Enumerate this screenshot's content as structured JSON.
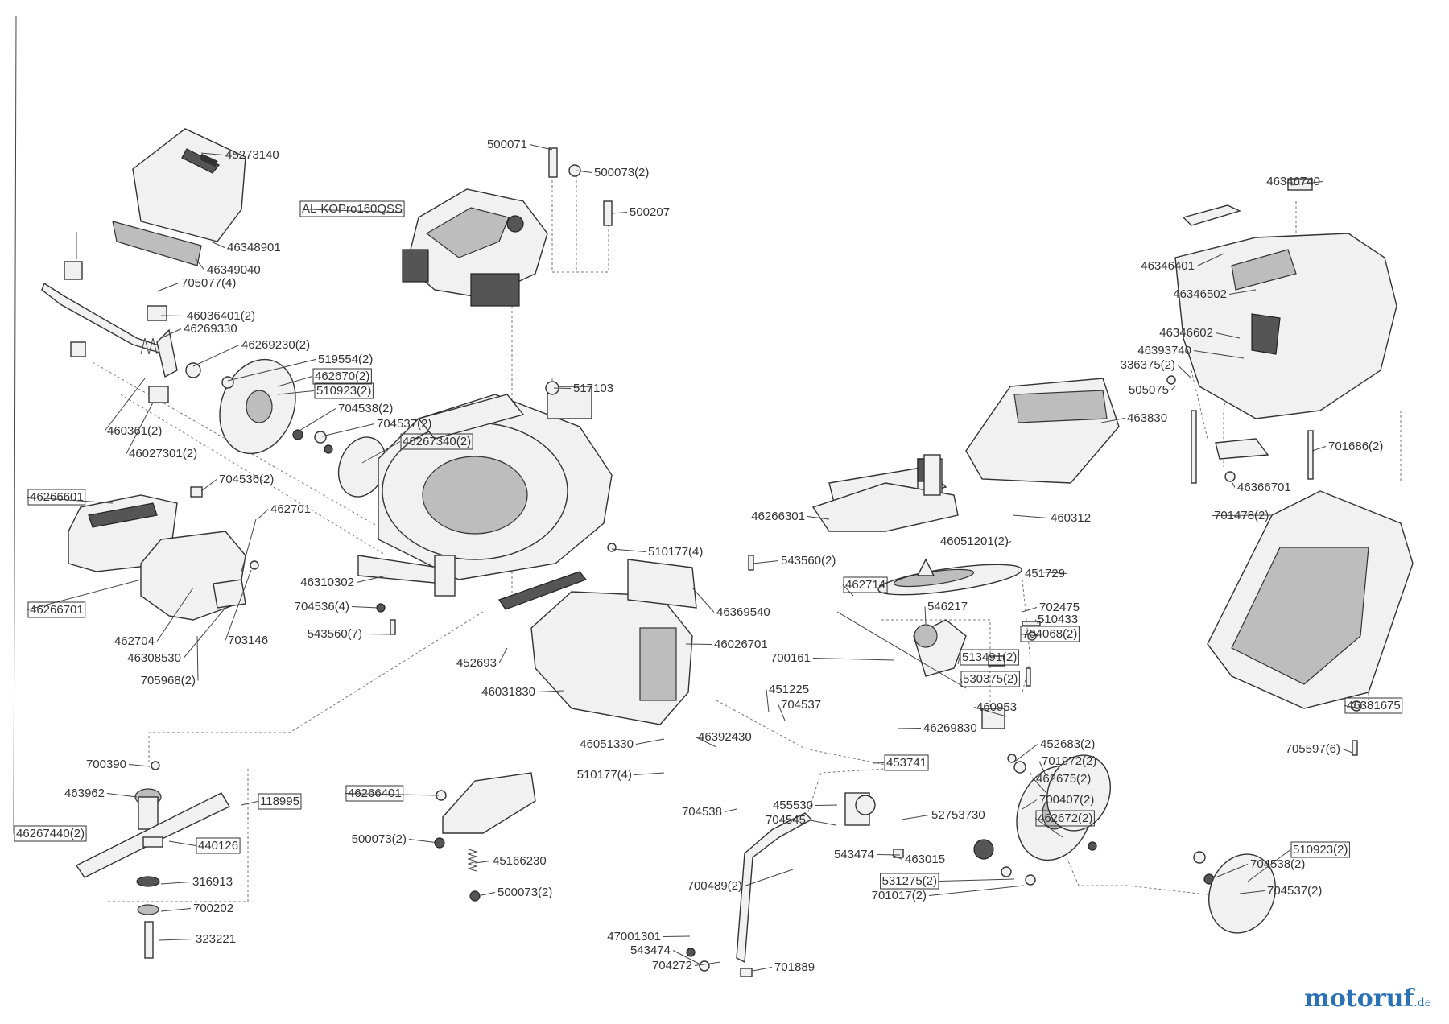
{
  "brand": {
    "logo_text": "motoruf",
    "logo_suffix": ".de",
    "logo_color": "#2a72b5"
  },
  "parts": [
    {
      "label": "45273140",
      "boxed": false
    },
    {
      "label": "46348901",
      "boxed": false
    },
    {
      "label": "46349040",
      "boxed": false
    },
    {
      "label": "705077(4)",
      "boxed": false
    },
    {
      "label": "46036401(2)",
      "boxed": false
    },
    {
      "label": "46269330",
      "boxed": false
    },
    {
      "label": "46269230(2)",
      "boxed": false
    },
    {
      "label": "519554(2)",
      "boxed": false
    },
    {
      "label": "462670(2)",
      "boxed": true
    },
    {
      "label": "510923(2)",
      "boxed": true
    },
    {
      "label": "704538(2)",
      "boxed": false
    },
    {
      "label": "704537(2)",
      "boxed": false
    },
    {
      "label": "46267340(2)",
      "boxed": true
    },
    {
      "label": "460361(2)",
      "boxed": false
    },
    {
      "label": "46027301(2)",
      "boxed": false
    },
    {
      "label": "500071",
      "boxed": false
    },
    {
      "label": "500073(2)",
      "boxed": false
    },
    {
      "label": "AL-KOPro160QSS",
      "boxed": true
    },
    {
      "label": "500207",
      "boxed": false
    },
    {
      "label": "517103",
      "boxed": false
    },
    {
      "label": "46266601",
      "boxed": true
    },
    {
      "label": "704536(2)",
      "boxed": false
    },
    {
      "label": "462701",
      "boxed": false
    },
    {
      "label": "46266701",
      "boxed": true
    },
    {
      "label": "462704",
      "boxed": false
    },
    {
      "label": "46308530",
      "boxed": false
    },
    {
      "label": "703146",
      "boxed": false
    },
    {
      "label": "705968(2)",
      "boxed": false
    },
    {
      "label": "46310302",
      "boxed": false
    },
    {
      "label": "704536(4)",
      "boxed": false
    },
    {
      "label": "543560(7)",
      "boxed": false
    },
    {
      "label": "510177(4)",
      "boxed": false
    },
    {
      "label": "543560(2)",
      "boxed": false
    },
    {
      "label": "46369540",
      "boxed": false
    },
    {
      "label": "46026701",
      "boxed": false
    },
    {
      "label": "452693",
      "boxed": false
    },
    {
      "label": "46031830",
      "boxed": false
    },
    {
      "label": "46051330",
      "boxed": false
    },
    {
      "label": "510177(4)",
      "boxed": false
    },
    {
      "label": "46392430",
      "boxed": false
    },
    {
      "label": "700390",
      "boxed": false
    },
    {
      "label": "463962",
      "boxed": false
    },
    {
      "label": "118995",
      "boxed": true
    },
    {
      "label": "440126",
      "boxed": true
    },
    {
      "label": "316913",
      "boxed": false
    },
    {
      "label": "700202",
      "boxed": false
    },
    {
      "label": "323221",
      "boxed": false
    },
    {
      "label": "46266401",
      "boxed": true
    },
    {
      "label": "500073(2)",
      "boxed": false
    },
    {
      "label": "45166230",
      "boxed": false
    },
    {
      "label": "500073(2)",
      "boxed": false
    },
    {
      "label": "46266301",
      "boxed": false
    },
    {
      "label": "462714",
      "boxed": true
    },
    {
      "label": "546217",
      "boxed": false
    },
    {
      "label": "700161",
      "boxed": false
    },
    {
      "label": "451225",
      "boxed": false
    },
    {
      "label": "704537",
      "boxed": false
    },
    {
      "label": "704538",
      "boxed": false
    },
    {
      "label": "455530",
      "boxed": false
    },
    {
      "label": "704545",
      "boxed": false
    },
    {
      "label": "543474",
      "boxed": false
    },
    {
      "label": "463015",
      "boxed": false
    },
    {
      "label": "531275(2)",
      "boxed": true
    },
    {
      "label": "701017(2)",
      "boxed": false
    },
    {
      "label": "700489(2)",
      "boxed": false
    },
    {
      "label": "47001301",
      "boxed": false
    },
    {
      "label": "543474",
      "boxed": false
    },
    {
      "label": "704272",
      "boxed": false
    },
    {
      "label": "701889",
      "boxed": false
    },
    {
      "label": "52753730",
      "boxed": false
    },
    {
      "label": "46269830",
      "boxed": false
    },
    {
      "label": "453741",
      "boxed": true
    },
    {
      "label": "460953",
      "boxed": false
    },
    {
      "label": "530375(2)",
      "boxed": true
    },
    {
      "label": "513491(2)",
      "boxed": true
    },
    {
      "label": "704068(2)",
      "boxed": true
    },
    {
      "label": "510433",
      "boxed": false
    },
    {
      "label": "702475",
      "boxed": false
    },
    {
      "label": "451729",
      "boxed": false
    },
    {
      "label": "46051201(2)",
      "boxed": false
    },
    {
      "label": "460312",
      "boxed": false
    },
    {
      "label": "463830",
      "boxed": false
    },
    {
      "label": "46346740",
      "boxed": false
    },
    {
      "label": "46346401",
      "boxed": false
    },
    {
      "label": "46346502",
      "boxed": false
    },
    {
      "label": "46346602",
      "boxed": false
    },
    {
      "label": "46393740",
      "boxed": false
    },
    {
      "label": "336375(2)",
      "boxed": false
    },
    {
      "label": "505075",
      "boxed": false
    },
    {
      "label": "701686(2)",
      "boxed": false
    },
    {
      "label": "46366701",
      "boxed": false
    },
    {
      "label": "701478(2)",
      "boxed": false
    },
    {
      "label": "46381675",
      "boxed": true
    },
    {
      "label": "705597(6)",
      "boxed": false
    },
    {
      "label": "452683(2)",
      "boxed": false
    },
    {
      "label": "701972(2)",
      "boxed": false
    },
    {
      "label": "462675(2)",
      "boxed": false
    },
    {
      "label": "700407(2)",
      "boxed": false
    },
    {
      "label": "462672(2)",
      "boxed": true
    },
    {
      "label": "510923(2)",
      "boxed": true
    },
    {
      "label": "704538(2)",
      "boxed": false
    },
    {
      "label": "704537(2)",
      "boxed": false
    },
    {
      "label": "46267440(2)",
      "boxed": true
    }
  ]
}
